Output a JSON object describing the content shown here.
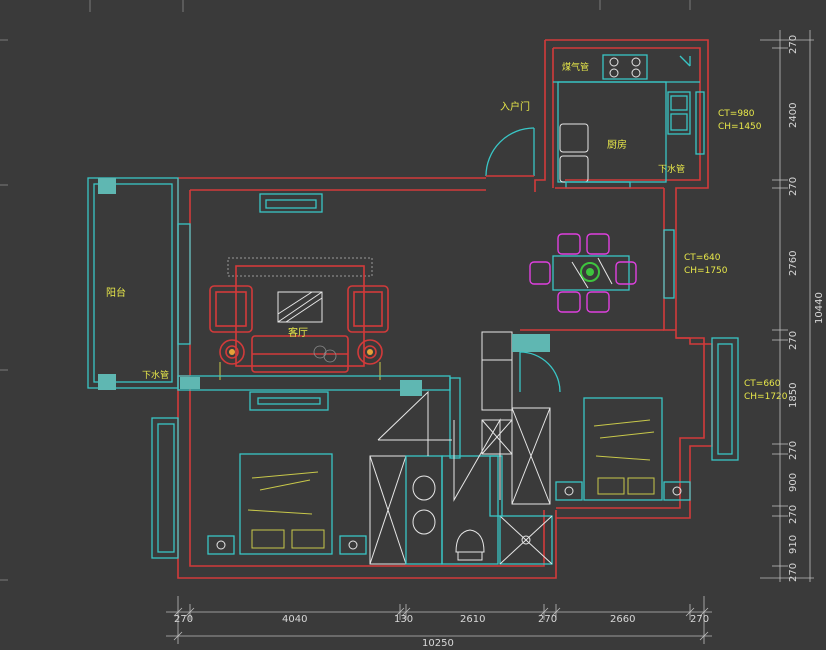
{
  "rooms": {
    "kitchen": "厨房",
    "living_room": "客厅",
    "balcony": "阳台",
    "entrance_door": "入户门",
    "gas_pipe": "煤气管",
    "drain_pipe_kitchen": "下水管",
    "drain_pipe_balcony": "下水管"
  },
  "annotations": {
    "kitchen_window_ct": "CT=980",
    "kitchen_window_ch": "CH=1450",
    "dining_window_ct": "CT=640",
    "dining_window_ch": "CH=1750",
    "bedroom_window_ct": "CT=660",
    "bedroom_window_ch": "CH=1720"
  },
  "dimensions": {
    "bottom": [
      "270",
      "4040",
      "130",
      "2610",
      "270",
      "2660",
      "270"
    ],
    "bottom_total": "10250",
    "right": [
      "270",
      "2400",
      "270",
      "2760",
      "270",
      "1850",
      "270",
      "900",
      "270",
      "910",
      "270"
    ],
    "right_total": "10440"
  },
  "colors": {
    "background": "#3a3a3a",
    "wall": "#d23a3a",
    "fixture": "#39c6c6",
    "text": "#e8e84a",
    "dining": "#e040e0"
  }
}
